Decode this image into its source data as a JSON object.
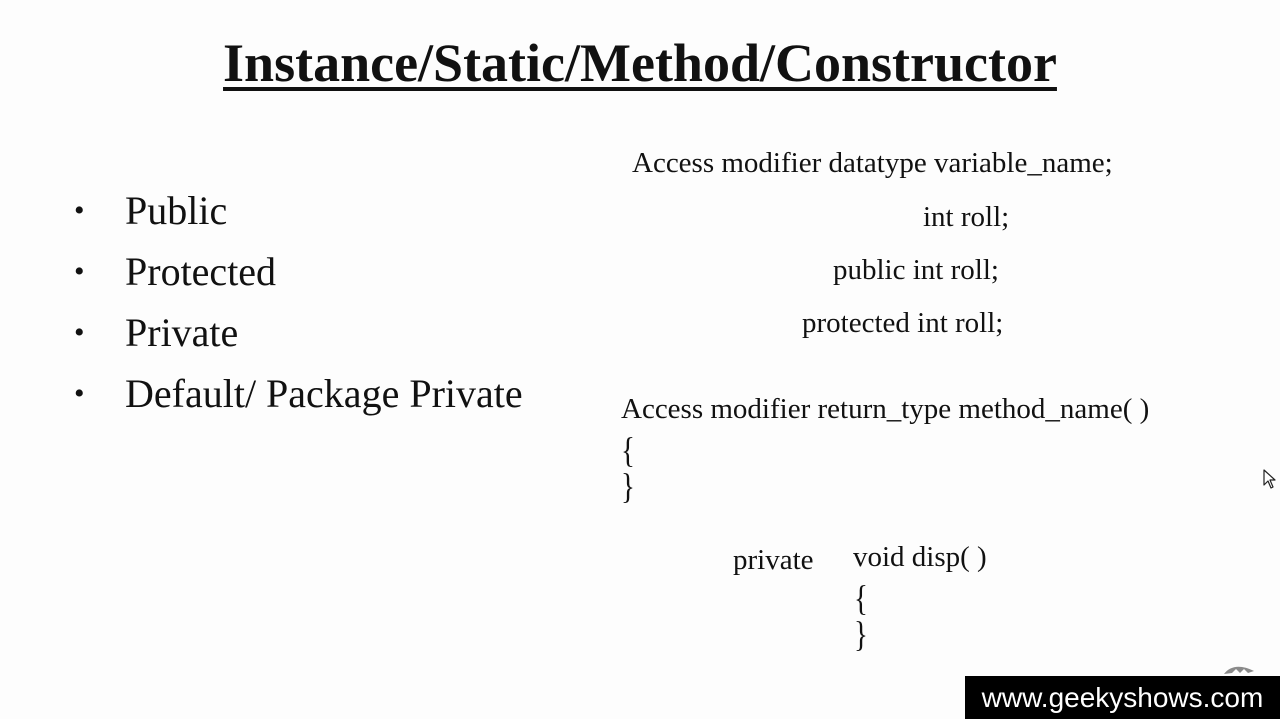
{
  "slide": {
    "title": "Instance/Static/Method/Constructor",
    "bullets": [
      {
        "marker": "•",
        "text": "Public"
      },
      {
        "marker": "•",
        "text": "Protected"
      },
      {
        "marker": "•",
        "text": "Private"
      },
      {
        "marker": "•",
        "text": "Default/ Package Private"
      }
    ],
    "syntax": {
      "variable_form": "Access modifier datatype variable_name;",
      "examples": [
        "int roll;",
        "public int roll;",
        "protected int roll;"
      ],
      "method_form": "Access modifier return_type method_name( )",
      "open_brace": "{",
      "close_brace": "}",
      "method_example": {
        "modifier": "private",
        "signature": "void disp( )",
        "open_brace": "{",
        "close_brace": "}"
      }
    }
  },
  "watermark": {
    "text": "www.geekyshows.com"
  },
  "icons": {
    "cursor": "mouse-pointer-icon",
    "logo": "logo-mark-icon"
  }
}
